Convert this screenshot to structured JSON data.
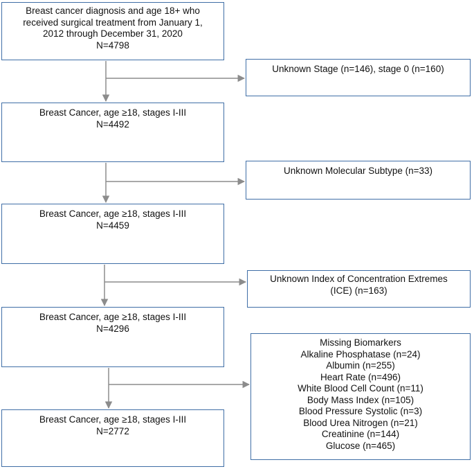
{
  "main_boxes": [
    {
      "lines": [
        "Breast cancer diagnosis and age 18+ who",
        "received surgical treatment from January 1,",
        "2012 through December 31, 2020",
        "N=4798"
      ]
    },
    {
      "lines": [
        "Breast Cancer, age ≥18, stages I-III",
        "N=4492"
      ]
    },
    {
      "lines": [
        "Breast Cancer, age ≥18, stages I-III",
        "N=4459"
      ]
    },
    {
      "lines": [
        "Breast Cancer, age ≥18, stages I-III",
        "N=4296"
      ]
    },
    {
      "lines": [
        "Breast Cancer, age ≥18, stages I-III",
        "N=2772"
      ]
    }
  ],
  "exclusion_boxes": [
    {
      "lines": [
        "Unknown Stage (n=146), stage 0 (n=160)"
      ]
    },
    {
      "lines": [
        "Unknown Molecular Subtype (n=33)"
      ]
    },
    {
      "lines": [
        "Unknown Index of Concentration Extremes",
        "(ICE) (n=163)"
      ]
    },
    {
      "lines": [
        "Missing Biomarkers",
        "Alkaline Phosphatase (n=24)",
        "Albumin (n=255)",
        "Heart Rate (n=496)",
        "White Blood Cell Count (n=11)",
        "Body Mass Index (n=105)",
        "Blood Pressure Systolic (n=3)",
        "Blood Urea Nitrogen (n=21)",
        "Creatinine (n=144)",
        "Glucose (n=465)"
      ]
    }
  ],
  "colors": {
    "box_border": "#3f6ea6",
    "arrow": "#8c8c8c"
  }
}
